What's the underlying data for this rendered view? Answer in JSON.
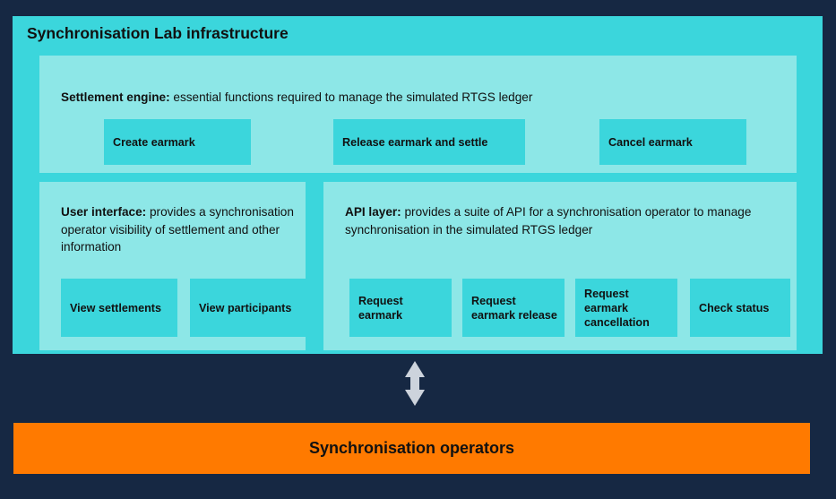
{
  "colors": {
    "background": "#162843",
    "container_teal": "#3BD6DC",
    "panel_teal": "#8DE7E7",
    "chip_teal": "#3BD6DC",
    "operators_orange": "#FF7A00",
    "text_dark": "#111111",
    "arrow_gray": "#CDD3DC"
  },
  "infrastructure": {
    "title": "Synchronisation Lab infrastructure",
    "settlement_engine": {
      "label": "Settlement engine:",
      "description": " essential functions required to manage the simulated RTGS ledger",
      "chips": [
        {
          "label": "Create earmark"
        },
        {
          "label": "Release earmark and settle"
        },
        {
          "label": "Cancel earmark"
        }
      ]
    },
    "user_interface": {
      "label": "User interface:",
      "description": " provides a synchronisation operator visibility of settlement and other information",
      "chips": [
        {
          "label": "View settlements"
        },
        {
          "label": "View participants"
        }
      ]
    },
    "api_layer": {
      "label": "API layer:",
      "description": " provides a suite of API for a synchronisation operator to manage synchronisation in the simulated RTGS ledger",
      "chips": [
        {
          "label": "Request earmark"
        },
        {
          "label": "Request earmark release"
        },
        {
          "label": "Request earmark cancellation"
        },
        {
          "label": "Check status"
        }
      ]
    }
  },
  "connector": {
    "icon": "double-headed-vertical-arrow-icon"
  },
  "operators": {
    "label": "Synchronisation operators"
  }
}
